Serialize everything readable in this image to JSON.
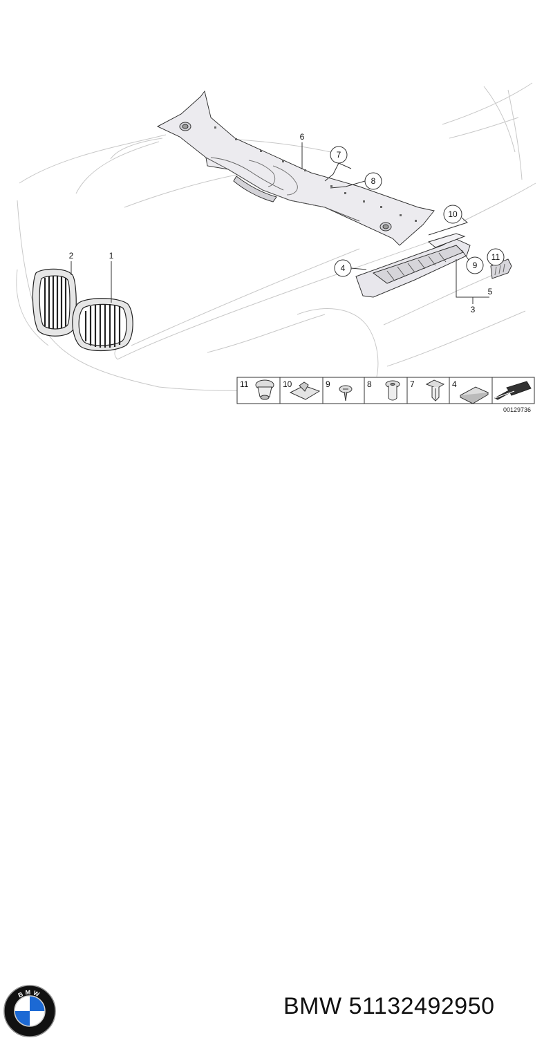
{
  "callouts": {
    "c1": "1",
    "c2": "2",
    "c3": "3",
    "c4": "4",
    "c5": "5",
    "c6": "6",
    "c7": "7",
    "c8": "8",
    "c9": "9",
    "c10": "10",
    "c11": "11"
  },
  "parts_strip": {
    "labels": [
      "11",
      "10",
      "9",
      "8",
      "7",
      "4"
    ]
  },
  "reference_number": "00129736",
  "logo": {
    "name": "bmw-roundel-logo",
    "text": "BMW",
    "colors": {
      "blue": "#1c69d4",
      "black": "#111111",
      "white": "#ffffff"
    }
  },
  "part_title": "BMW 51132492950"
}
